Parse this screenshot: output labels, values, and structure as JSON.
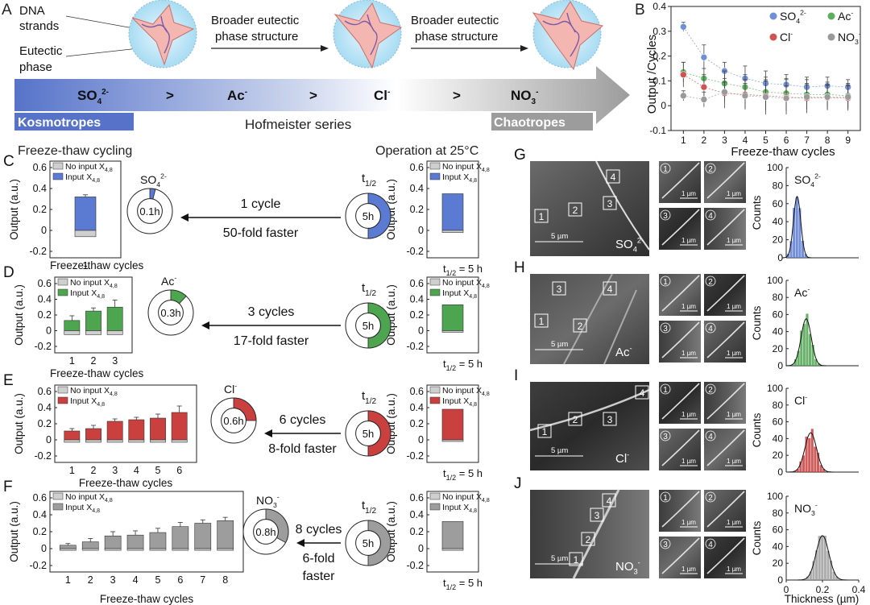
{
  "panelA": {
    "label": "A",
    "dna_label_1": "DNA",
    "dna_label_2": "strands",
    "eutectic_label_1": "Eutectic",
    "eutectic_label_2": "phase",
    "broader_1": "Broader eutectic",
    "broader_2": "phase structure",
    "ions": [
      "SO",
      "Ac",
      "Cl",
      "NO"
    ],
    "gt": ">",
    "kosmotropes": "Kosmotropes",
    "hofmeister": "Hofmeister series",
    "chaotropes": "Chaotropes"
  },
  "panelB": {
    "label": "B",
    "chart_data": {
      "type": "scatter",
      "xlabel": "Freeze-thaw cycles",
      "ylabel": "Output /Cycles",
      "x": [
        1,
        2,
        3,
        4,
        5,
        6,
        7,
        8,
        9
      ],
      "xlim": [
        0.4,
        9.6
      ],
      "ylim": [
        -0.1,
        0.4
      ],
      "yticks": [
        "-0.1",
        "0",
        "0.1",
        "0.2",
        "0.3",
        "0.4"
      ],
      "series": [
        {
          "name": "SO₄²⁻",
          "color": "#6f8fd6",
          "values": [
            0.318,
            0.195,
            0.14,
            0.11,
            0.09,
            0.085,
            0.075,
            0.08,
            0.075
          ],
          "err": [
            0.018,
            0.05,
            0.035,
            0.05,
            0.05,
            0.04,
            0.04,
            0.035,
            0.03
          ]
        },
        {
          "name": "Ac⁻",
          "color": "#5cae5f",
          "values": [
            0.135,
            0.11,
            0.09,
            0.075,
            0.055,
            0.05,
            0.045,
            0.045,
            0.04
          ],
          "err": [
            0.04,
            0.04,
            0.05,
            0.05,
            0.06,
            0.06,
            0.06,
            0.05,
            0.05
          ]
        },
        {
          "name": "Cl⁻",
          "color": "#d05353",
          "values": [
            0.125,
            0.075,
            0.05,
            0.045,
            0.04,
            0.035,
            0.03,
            0.032,
            0.03
          ],
          "err": [
            0.05,
            0.05,
            0.06,
            0.06,
            0.06,
            0.07,
            0.06,
            0.05,
            0.05
          ]
        },
        {
          "name": "NO₃⁻",
          "color": "#9a9a9a",
          "values": [
            0.04,
            0.025,
            0.055,
            0.04,
            0.035,
            0.03,
            0.035,
            0.035,
            0.035
          ],
          "err": [
            0.02,
            0.03,
            0.04,
            0.05,
            0.07,
            0.05,
            0.05,
            0.05,
            0.05
          ]
        }
      ]
    }
  },
  "panelCF": {
    "left_header": "Freeze-thaw cycling",
    "right_header": "Operation at 25°C",
    "ylabel": "Output (a.u.)",
    "xlabel": "Freeze-thaw cycles",
    "legend_no": "No input X",
    "legend_in": "Input X",
    "legend_sub": "4,8",
    "t_half": "t",
    "t_half_sub": "1/2",
    "t_half_value": "= 5 h",
    "ring_right": "5h",
    "yticks": [
      "-0.2",
      "0",
      "0.2",
      "0.4",
      "0.6"
    ],
    "rows": [
      {
        "label": "C",
        "ion": "SO",
        "charge": "2-",
        "sub": "4",
        "color": "#5b7bd2",
        "ring": "0.1h",
        "ring_frac": 0.04,
        "cycles": "1 cycle",
        "speed": "50-fold faster",
        "cats": [
          "1"
        ],
        "values": [
          0.32
        ],
        "neg": [
          -0.06
        ],
        "err": [
          0.02
        ],
        "right_value": 0.35,
        "right_neg": -0.02
      },
      {
        "label": "D",
        "ion": "Ac",
        "charge": "-",
        "sub": "",
        "color": "#4da54f",
        "ring": "0.3h",
        "ring_frac": 0.12,
        "cycles": "3 cycles",
        "speed": "17-fold faster",
        "cats": [
          "1",
          "2",
          "3"
        ],
        "values": [
          0.13,
          0.25,
          0.3
        ],
        "neg": [
          -0.05,
          -0.05,
          -0.05
        ],
        "err": [
          0.06,
          0.04,
          0.09
        ],
        "right_value": 0.33,
        "right_neg": -0.02
      },
      {
        "label": "E",
        "ion": "Cl",
        "charge": "-",
        "sub": "",
        "color": "#c9403f",
        "ring": "0.6h",
        "ring_frac": 0.25,
        "cycles": "6 cycles",
        "speed": "8-fold faster",
        "cats": [
          "1",
          "2",
          "3",
          "4",
          "5",
          "6"
        ],
        "values": [
          0.11,
          0.14,
          0.23,
          0.25,
          0.27,
          0.34
        ],
        "neg": [
          -0.03,
          -0.03,
          -0.03,
          -0.03,
          -0.03,
          -0.03
        ],
        "err": [
          0.03,
          0.04,
          0.03,
          0.03,
          0.05,
          0.08
        ],
        "right_value": 0.38,
        "right_neg": -0.02
      },
      {
        "label": "F",
        "ion": "NO",
        "charge": "-",
        "sub": "3",
        "color": "#9d9d9d",
        "ring": "0.8h",
        "ring_frac": 0.33,
        "cycles": "8 cycles",
        "speed": "6-fold",
        "speed2": "faster",
        "cats": [
          "1",
          "2",
          "3",
          "4",
          "5",
          "6",
          "7",
          "8"
        ],
        "values": [
          0.04,
          0.08,
          0.15,
          0.16,
          0.19,
          0.26,
          0.3,
          0.33
        ],
        "neg": [
          -0.02,
          -0.02,
          -0.02,
          -0.02,
          -0.02,
          -0.02,
          -0.02,
          -0.02
        ],
        "err": [
          0.02,
          0.04,
          0.05,
          0.05,
          0.05,
          0.05,
          0.04,
          0.04
        ],
        "right_value": 0.32,
        "right_neg": -0.02
      }
    ]
  },
  "panelGJ": {
    "rows": [
      {
        "label": "G",
        "ion": "SO",
        "charge": "2-",
        "sub": "4",
        "color": "#5b7bd2",
        "mean": 0.06,
        "sd": 0.02,
        "peak": 68,
        "scalebar": "5 µm",
        "marks": [
          "1",
          "2",
          "3",
          "4"
        ]
      },
      {
        "label": "H",
        "ion": "Ac",
        "charge": "-",
        "sub": "",
        "color": "#4da54f",
        "mean": 0.11,
        "sd": 0.028,
        "peak": 55,
        "scalebar": "5 µm",
        "marks": [
          "1",
          "2",
          "3",
          "4"
        ]
      },
      {
        "label": "I",
        "ion": "Cl",
        "charge": "-",
        "sub": "",
        "color": "#c9403f",
        "mean": 0.135,
        "sd": 0.032,
        "peak": 47,
        "scalebar": "5 µm",
        "marks": [
          "1",
          "2",
          "3",
          "4"
        ]
      },
      {
        "label": "J",
        "ion": "NO",
        "charge": "-",
        "sub": "3",
        "color": "#9d9d9d",
        "mean": 0.2,
        "sd": 0.035,
        "peak": 53,
        "scalebar": "5 µm",
        "marks": [
          "1",
          "2",
          "3",
          "4"
        ]
      }
    ],
    "zoom_scale": "1 µm",
    "ylabel": "Counts",
    "xlabel": "Thickness (µm)",
    "yticks": [
      "0",
      "20",
      "40",
      "60",
      "80",
      "100"
    ],
    "xticks": [
      "0",
      "0.2",
      "0.4"
    ]
  }
}
